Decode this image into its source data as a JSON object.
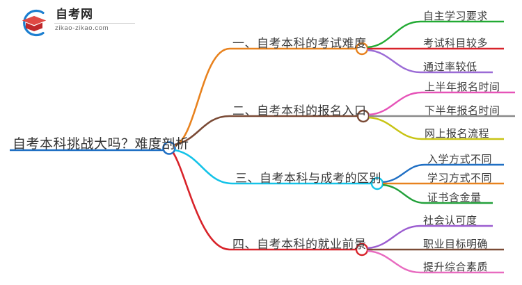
{
  "logo": {
    "name": "自考网",
    "domain": "zikao-zikao.com",
    "mark_icon": "graduation-cap-icon",
    "colors": {
      "ring": "#1C7FD0",
      "cap": "#D93A36"
    }
  },
  "mindmap": {
    "root": {
      "label": "自考本科挑战大吗？难度剖析",
      "color": "#1F6FC4"
    },
    "branches": [
      {
        "index": "1",
        "label": "一、自考本科的考试难度",
        "color": "#E8821E",
        "leaves": [
          {
            "label": "自主学习要求",
            "color": "#22AA33"
          },
          {
            "label": "考试科目较多",
            "color": "#D8232A"
          },
          {
            "label": "通过率较低",
            "color": "#9B6BD6"
          }
        ]
      },
      {
        "index": "2",
        "label": "二、自考本科的报名入口",
        "color": "#7A4A35",
        "leaves": [
          {
            "label": "上半年报名时间",
            "color": "#E653B8"
          },
          {
            "label": "下半年报名时间",
            "color": "#8A8A8A"
          },
          {
            "label": "网上报名流程",
            "color": "#C8C414"
          }
        ]
      },
      {
        "index": "3",
        "label": "三、自考本科与成考的区别",
        "color": "#14C3E8",
        "leaves": [
          {
            "label": "入学方式不同",
            "color": "#1F6FC4"
          },
          {
            "label": "学习方式不同",
            "color": "#E8821E"
          },
          {
            "label": "证书含金量",
            "color": "#22A03A"
          }
        ]
      },
      {
        "index": "4",
        "label": "四、自考本科的就业前景",
        "color": "#D8232A",
        "leaves": [
          {
            "label": "社会认可度",
            "color": "#9B5CD0"
          },
          {
            "label": "职业目标明确",
            "color": "#7A4A35"
          },
          {
            "label": "提升综合素质",
            "color": "#E86BC0"
          }
        ]
      }
    ]
  }
}
